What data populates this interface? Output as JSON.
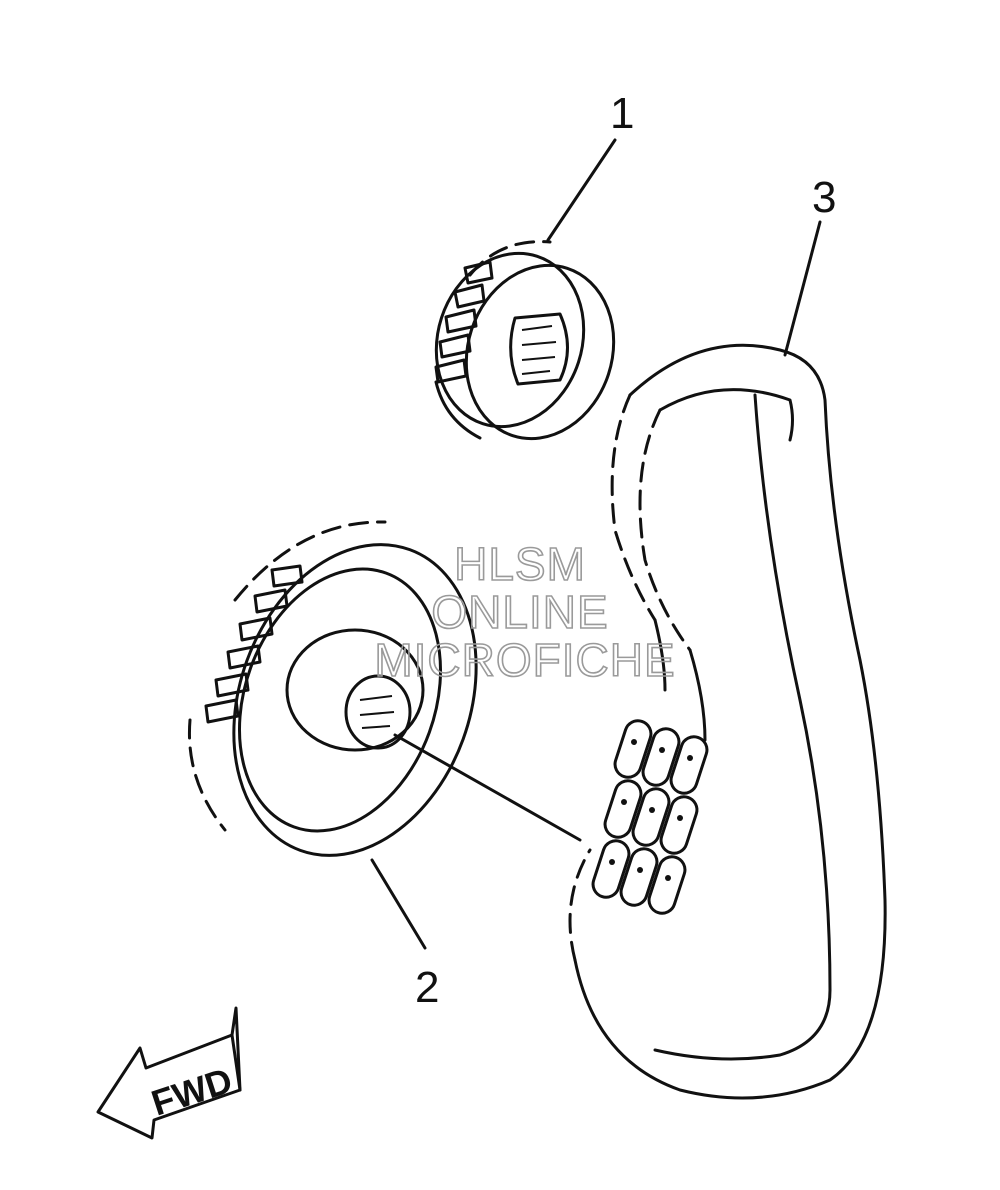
{
  "callouts": [
    {
      "id": "1",
      "label": "1"
    },
    {
      "id": "2",
      "label": "2"
    },
    {
      "id": "3",
      "label": "3"
    }
  ],
  "direction": {
    "label": "FWD",
    "icon": "arrow-left-icon"
  },
  "watermark": {
    "lines": [
      "HLSM",
      "ONLINE",
      "MICROFICHE"
    ]
  },
  "colors": {
    "ink": "#111111",
    "watermark": "#9a9a9a",
    "background": "#ffffff"
  }
}
